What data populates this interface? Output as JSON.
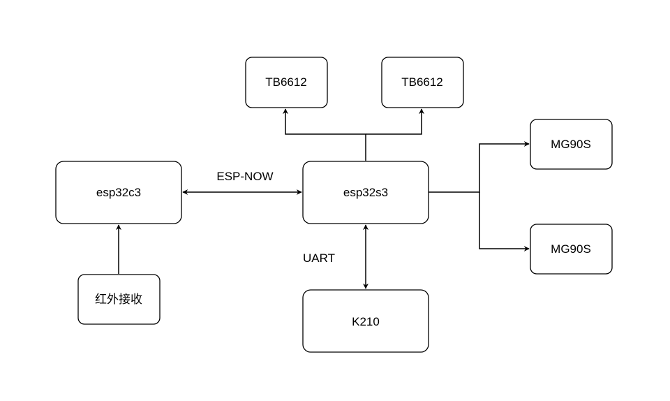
{
  "nodes": {
    "esp32c3": "esp32c3",
    "ir_receiver": "红外接收",
    "esp32s3": "esp32s3",
    "tb6612_left": "TB6612",
    "tb6612_right": "TB6612",
    "mg90s_top": "MG90S",
    "mg90s_bottom": "MG90S",
    "k210": "K210"
  },
  "edges": {
    "espnow_label": "ESP-NOW",
    "uart_label": "UART"
  },
  "colors": {
    "stroke": "#000000",
    "fill": "#ffffff",
    "background": "#ffffff"
  }
}
